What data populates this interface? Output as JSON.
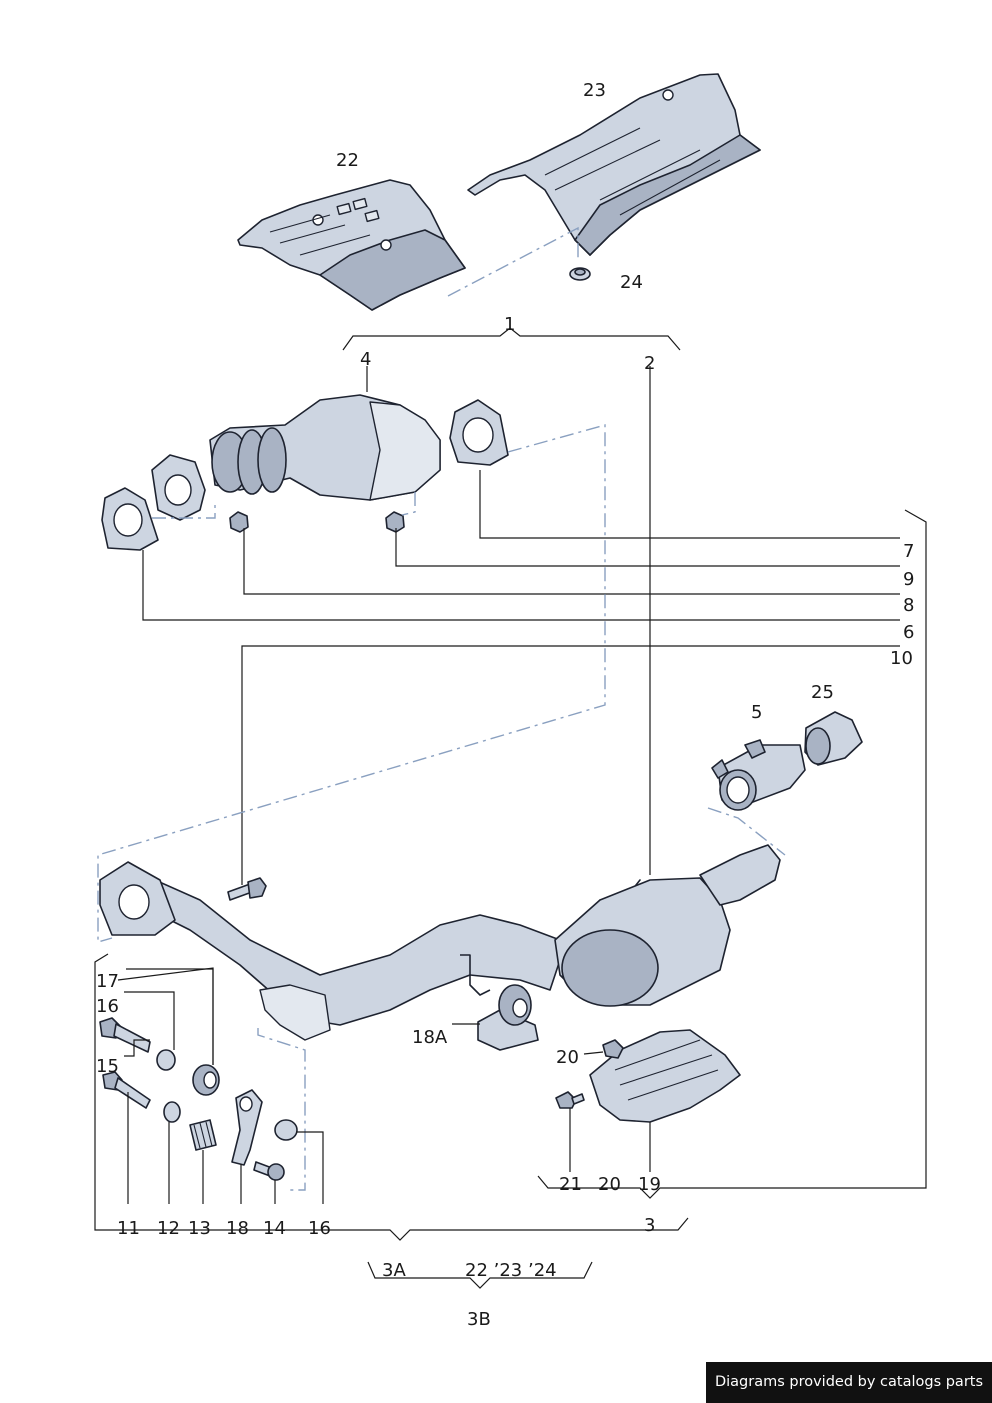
{
  "labels": {
    "l1": "1",
    "l2": "2",
    "l3": "3",
    "l3a": "3A",
    "l3b": "3B",
    "l4": "4",
    "l5": "5",
    "l6": "6",
    "l7": "7",
    "l8": "8",
    "l9": "9",
    "l10": "10",
    "l11": "11",
    "l12": "12",
    "l13": "13",
    "l14": "14",
    "l15": "15",
    "l16a": "16",
    "l16b": "16",
    "l17": "17",
    "l18": "18",
    "l18a": "18A",
    "l19": "19",
    "l20a": "20",
    "l20b": "20",
    "l21": "21",
    "l22": "22",
    "l23": "23",
    "l24": "24",
    "l25": "25",
    "group3b": "22 ’23  ’24"
  },
  "footer": {
    "credit": "Diagrams provided by catalogs parts"
  },
  "colors": {
    "part": "#cdd5e1",
    "part_dark": "#a9b3c4",
    "outline": "#1e2330",
    "dash": "#8aa0c0",
    "credit_bg": "#111111"
  }
}
